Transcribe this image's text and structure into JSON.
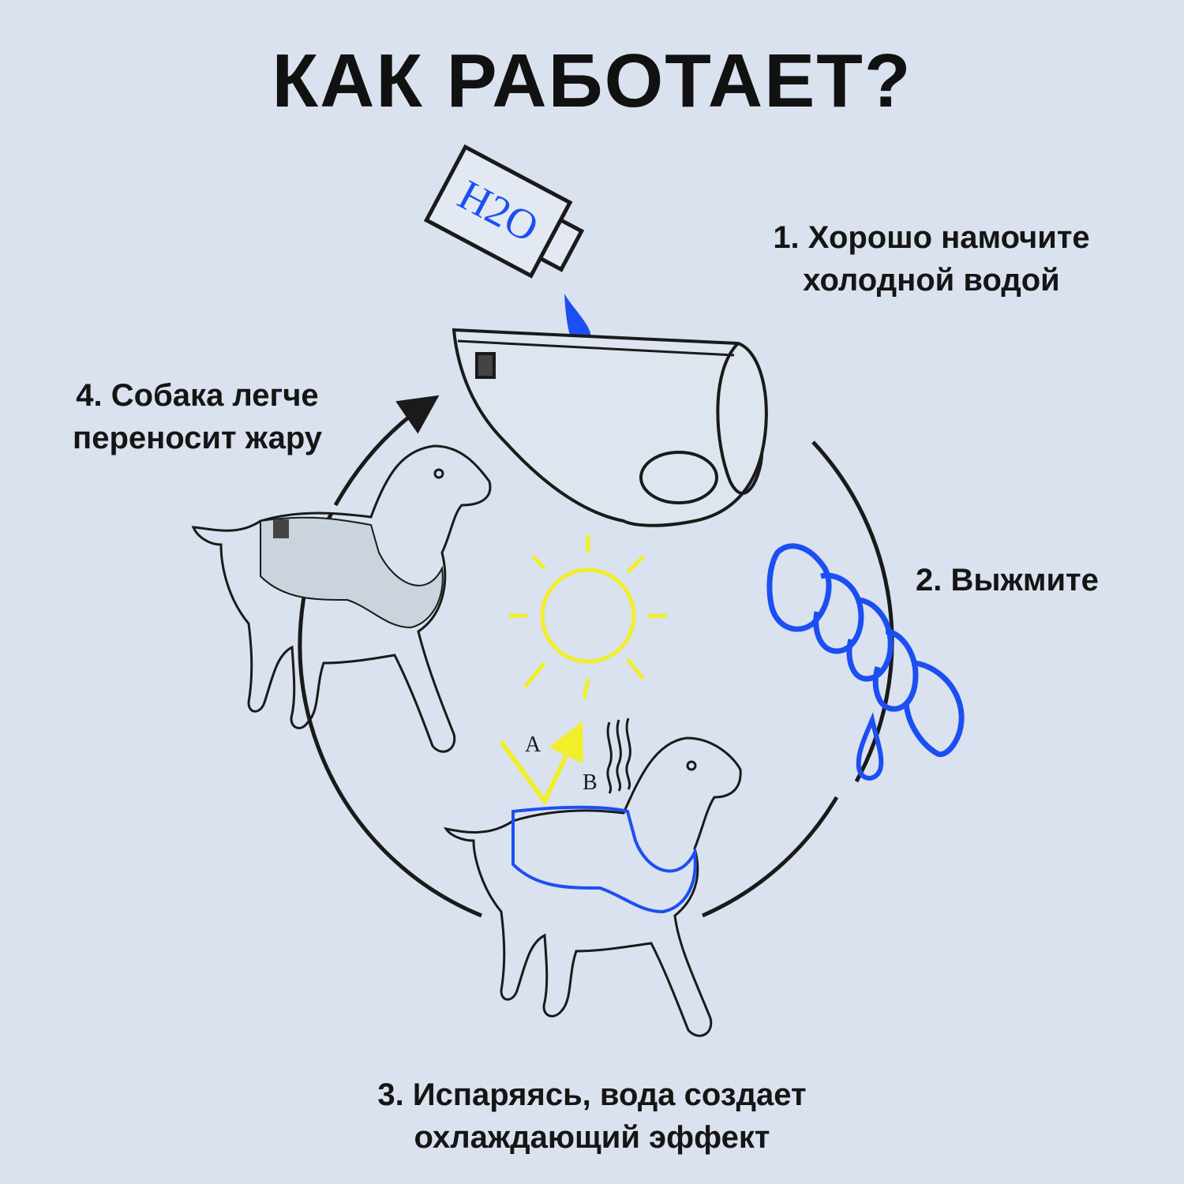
{
  "title": "КАК РАБОТАЕТ?",
  "steps": [
    {
      "line1": "1. Хорошо намочите",
      "line2": "холодной водой"
    },
    {
      "line1": "2. Выжмите"
    },
    {
      "line1": "3. Испаряясь, вода создает",
      "line2": "охлаждающий эффект"
    },
    {
      "line1": "4. Собака легче",
      "line2": "переносит жару"
    }
  ],
  "illustration": {
    "bottle_label": "H2O",
    "arrow_a": "A",
    "arrow_b": "B"
  },
  "colors": {
    "background": "#d9e2ee",
    "line": "#1a1a1a",
    "water": "#1c4ff2",
    "sun": "#f2ee2a"
  }
}
